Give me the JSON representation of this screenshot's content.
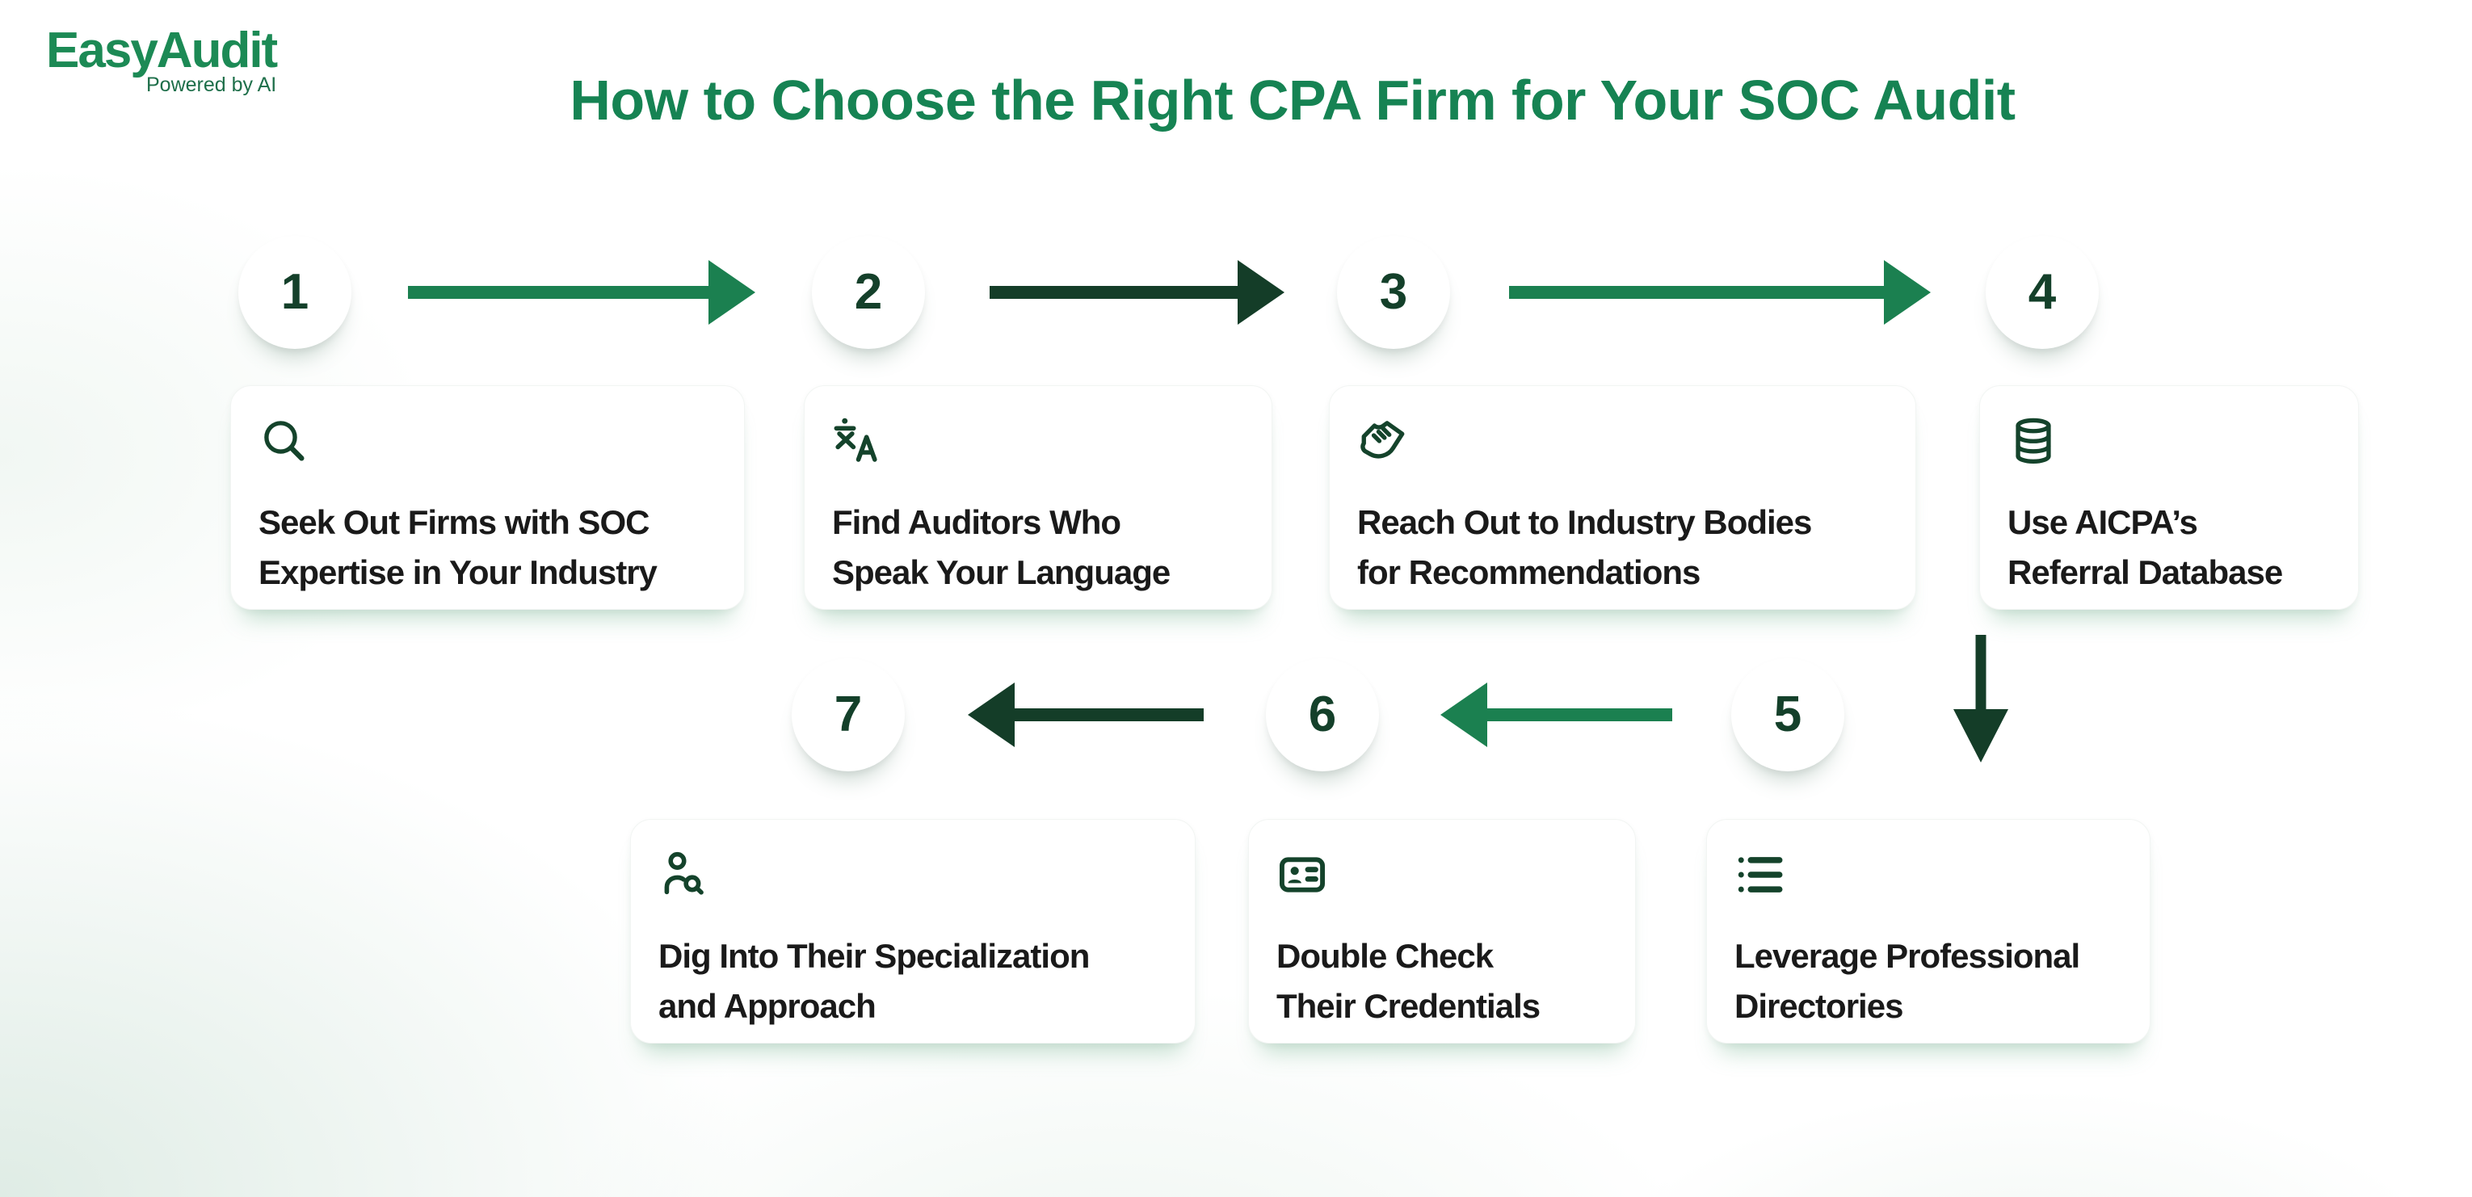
{
  "page": {
    "background": "#ffffff",
    "corner_tint": "#e3efe8"
  },
  "logo": {
    "brand": "EasyAudit",
    "tagline": "Powered by AI",
    "color": "#1C8A55"
  },
  "title": {
    "text": "How to Choose the Right CPA Firm for Your SOC Audit",
    "color": "#168353"
  },
  "flow": {
    "steps": [
      {
        "number": "1",
        "icon": "search-icon",
        "lines": [
          "Seek Out Firms with SOC",
          "Expertise in Your Industry"
        ]
      },
      {
        "number": "2",
        "icon": "translate-icon",
        "lines": [
          "Find Auditors Who",
          "Speak Your Language"
        ]
      },
      {
        "number": "3",
        "icon": "handshake-icon",
        "lines": [
          "Reach Out to Industry Bodies",
          "for Recommendations"
        ]
      },
      {
        "number": "4",
        "icon": "database-icon",
        "lines": [
          "Use AICPA’s",
          "Referral Database"
        ]
      },
      {
        "number": "5",
        "icon": "bulleted-list-icon",
        "lines": [
          "Leverage Professional",
          "Directories"
        ]
      },
      {
        "number": "6",
        "icon": "id-card-icon",
        "lines": [
          "Double Check",
          "Their Credentials"
        ]
      },
      {
        "number": "7",
        "icon": "person-search-icon",
        "lines": [
          "Dig Into Their Specialization",
          "and Approach"
        ]
      }
    ],
    "arrows": [
      {
        "from": "1",
        "to": "2",
        "direction": "right",
        "color": "#1B8050"
      },
      {
        "from": "2",
        "to": "3",
        "direction": "right",
        "color": "#143D28"
      },
      {
        "from": "3",
        "to": "4",
        "direction": "right",
        "color": "#1B8050"
      },
      {
        "from": "4",
        "to": "5",
        "direction": "down",
        "color": "#143D28"
      },
      {
        "from": "5",
        "to": "6",
        "direction": "left",
        "color": "#1B8050"
      },
      {
        "from": "6",
        "to": "7",
        "direction": "left",
        "color": "#143D28"
      }
    ]
  },
  "colors": {
    "number_green": "#14402A",
    "icon_green": "#14432B",
    "card_text": "#1A1A1A"
  }
}
